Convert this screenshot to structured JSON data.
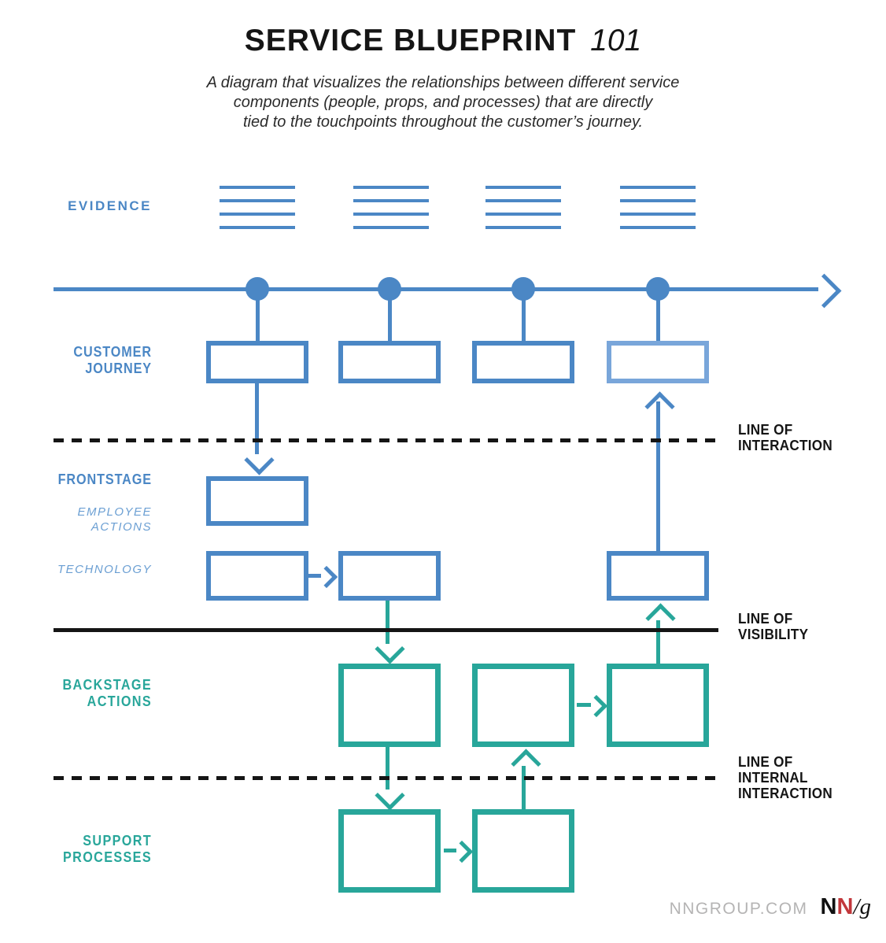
{
  "title": {
    "main": "SERVICE BLUEPRINT",
    "suffix": "101"
  },
  "subtitle": {
    "line1": "A diagram that visualizes the relationships between different service",
    "line2": "components (people, props, and processes) that are directly",
    "line3": "tied to the touchpoints throughout the customer’s journey."
  },
  "row_labels": {
    "evidence": "EVIDENCE",
    "customer_journey_line1": "CUSTOMER",
    "customer_journey_line2": "JOURNEY",
    "frontstage": "FRONTSTAGE",
    "employee_actions_line1": "EMPLOYEE",
    "employee_actions_line2": "ACTIONS",
    "technology": "TECHNOLOGY",
    "backstage_line1": "BACKSTAGE",
    "backstage_line2": "ACTIONS",
    "support_line1": "SUPPORT",
    "support_line2": "PROCESSES"
  },
  "separators": {
    "interaction_line1": "LINE OF",
    "interaction_line2": "INTERACTION",
    "visibility_line1": "LINE OF",
    "visibility_line2": "VISIBILITY",
    "internal_line1": "LINE OF",
    "internal_line2": "INTERNAL",
    "internal_line3": "INTERACTION"
  },
  "footer": {
    "site": "NNGROUP.COM",
    "logo_n1": "N",
    "logo_n2": "N",
    "logo_rest": "/g"
  },
  "colors": {
    "blue": "#4B87C5",
    "light_blue": "#79A6DA",
    "label_blue": "#6B9FD3",
    "teal": "#28A69A",
    "text_black": "#151515",
    "footer_gray": "#B5B4B4",
    "logo_red": "#C2373B"
  }
}
